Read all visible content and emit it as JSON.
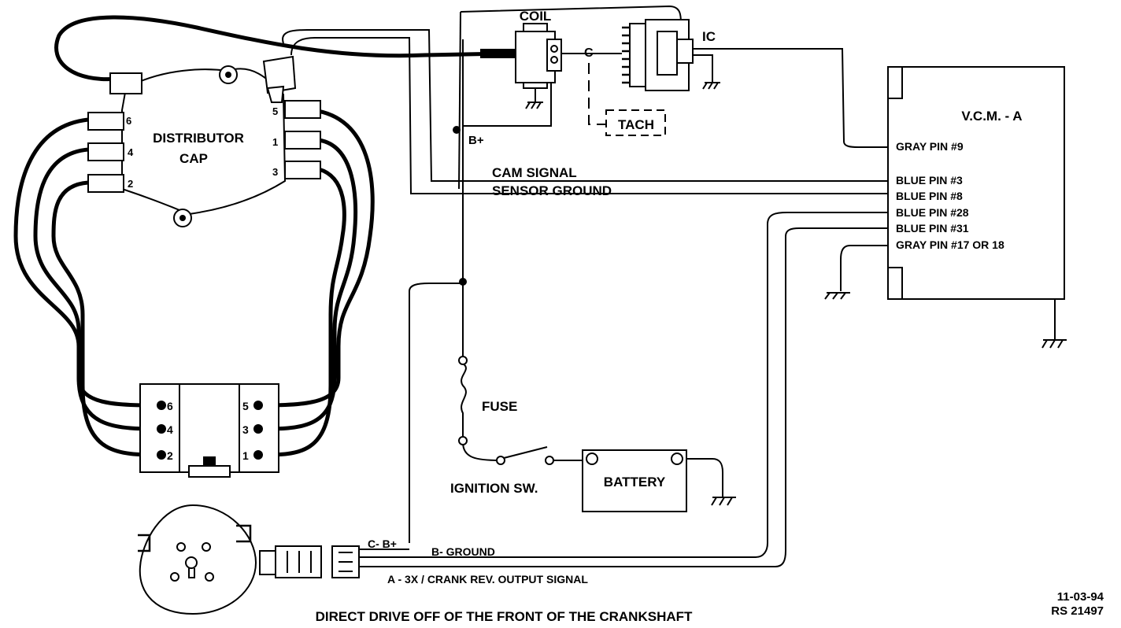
{
  "labels": {
    "coil": "COIL",
    "ic": "IC",
    "c_minus": "C-",
    "tach": "TACH",
    "b_plus": "B+",
    "distributor_line1": "DISTRIBUTOR",
    "distributor_line2": "CAP",
    "cam_signal": "CAM SIGNAL",
    "sensor_ground": "SENSOR GROUND",
    "vcm_title": "V.C.M. - A",
    "fuse": "FUSE",
    "ignition_switch": "IGNITION SW.",
    "battery": "BATTERY",
    "c_b_plus": "C- B+",
    "b_ground": "B- GROUND",
    "a_output": "A - 3X / CRANK REV. OUTPUT SIGNAL",
    "caption": "DIRECT DRIVE OFF OF THE FRONT OF THE CRANKSHAFT",
    "date": "11-03-94",
    "ref": "RS 21497"
  },
  "vcm_pins": [
    "GRAY PIN #9",
    "BLUE PIN #3",
    "BLUE PIN #8",
    "BLUE PIN #28",
    "BLUE PIN #31",
    "GRAY PIN #17 OR 18"
  ],
  "cap_terminals": {
    "left": [
      "6",
      "4",
      "2"
    ],
    "right": [
      "5",
      "1",
      "3"
    ]
  },
  "coilpack_terminals": {
    "left": [
      "6",
      "4",
      "2"
    ],
    "right": [
      "5",
      "3",
      "1"
    ]
  }
}
